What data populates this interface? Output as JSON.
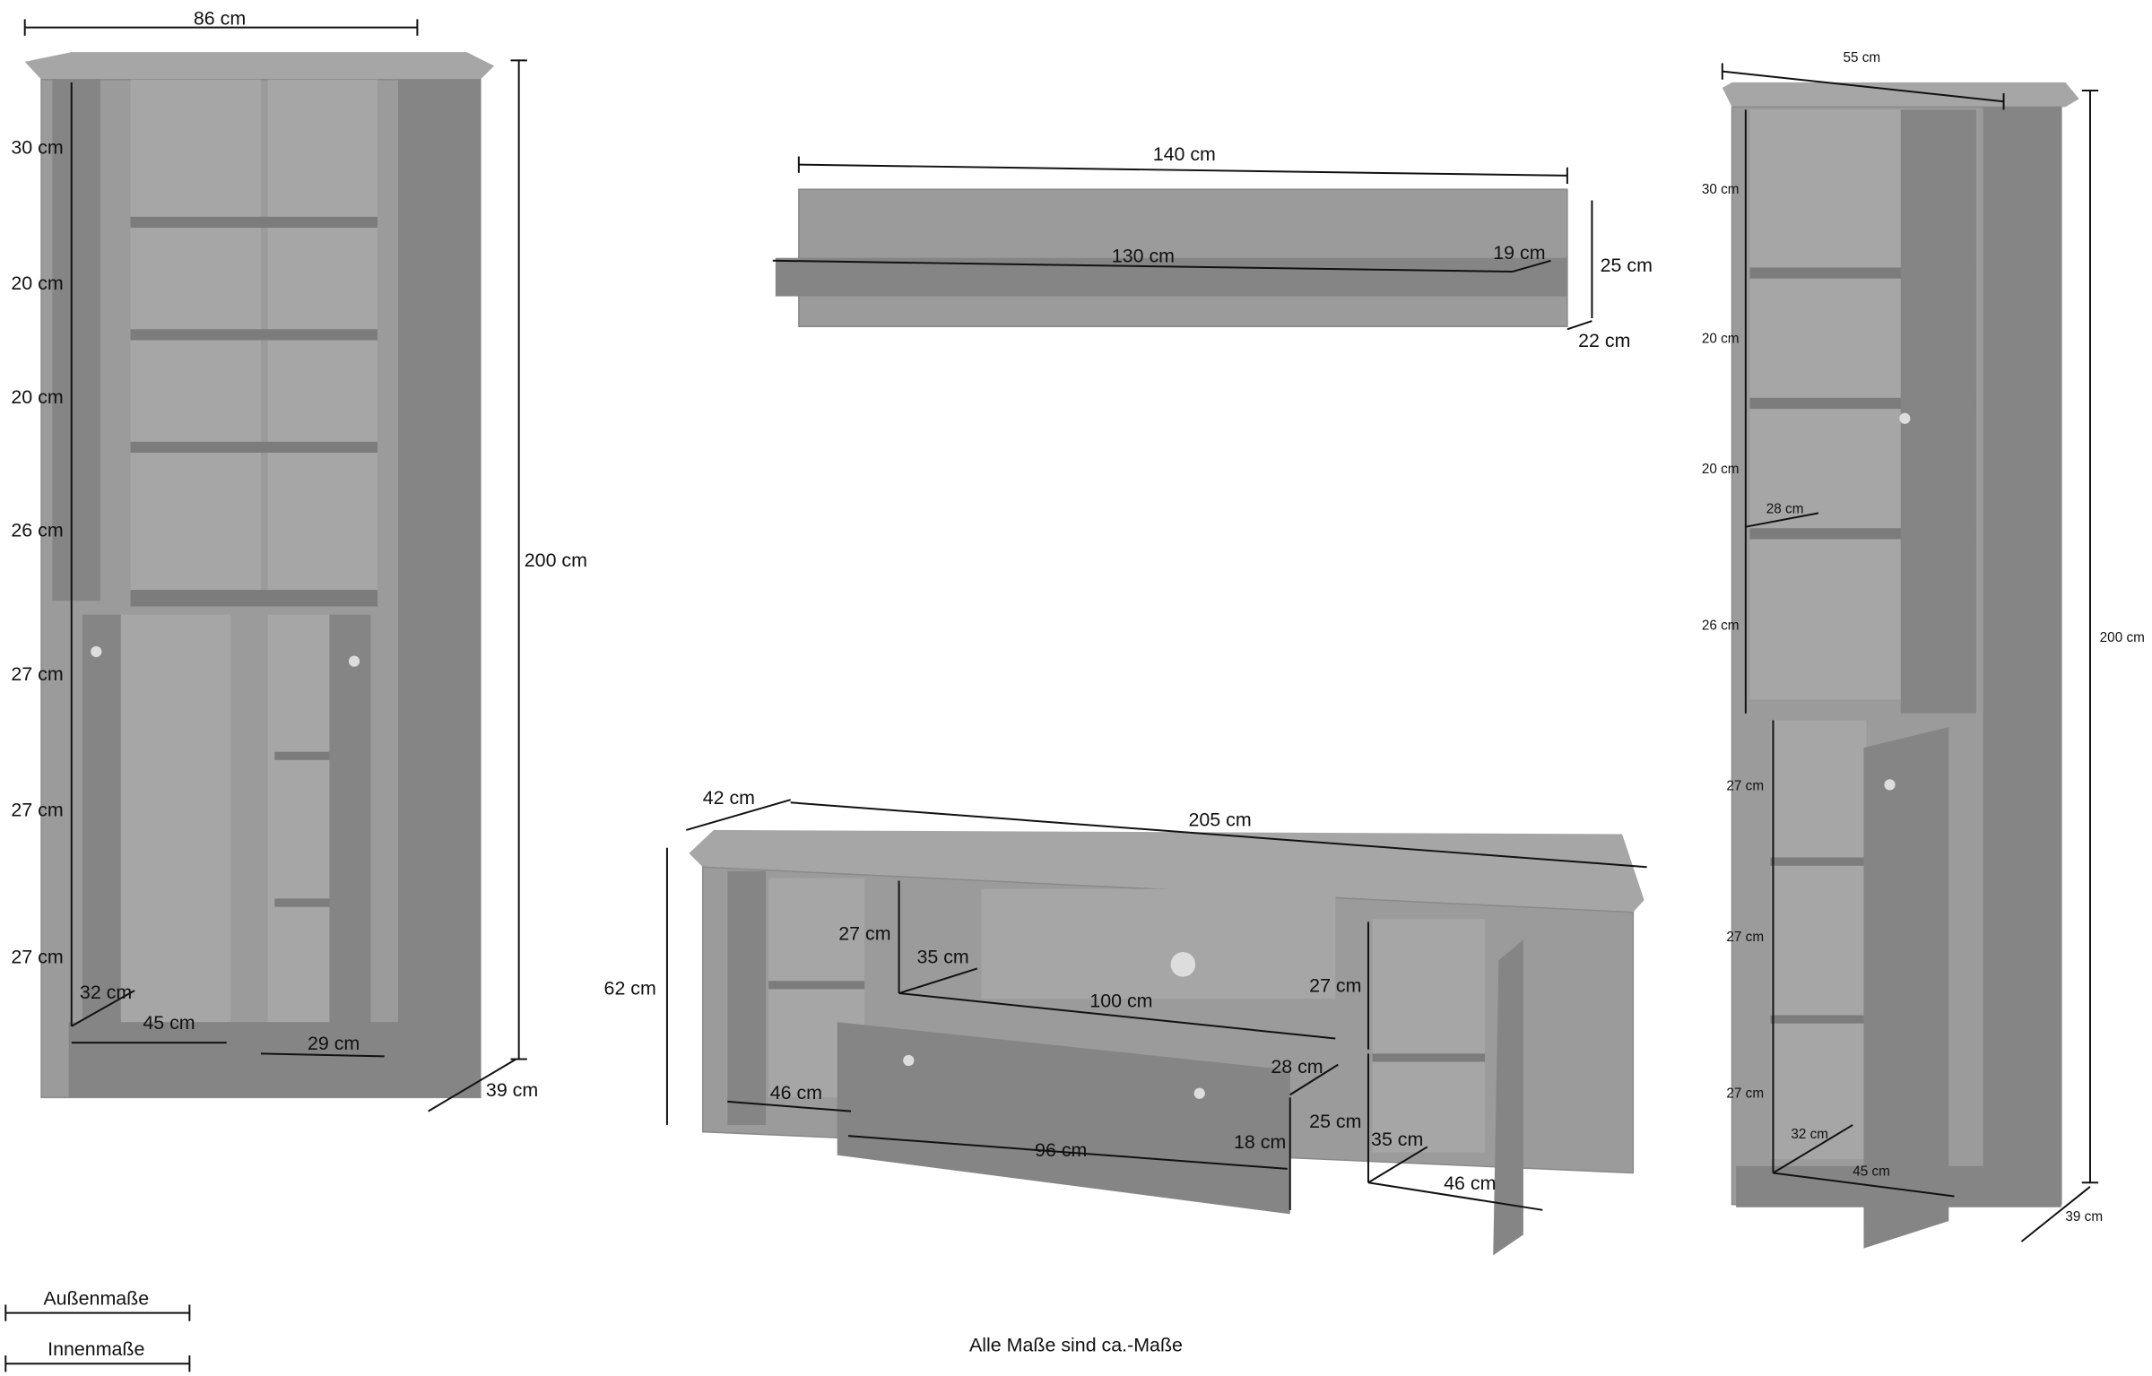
{
  "left_cabinet": {
    "width": "86 cm",
    "height": "200 cm",
    "depth": "39 cm",
    "sections": [
      "30 cm",
      "20 cm",
      "20 cm",
      "26 cm",
      "27 cm",
      "27 cm",
      "27 cm"
    ],
    "inner_depth": "32 cm",
    "inner_width_left": "45 cm",
    "inner_width_right": "29 cm"
  },
  "wall_shelf": {
    "width": "140 cm",
    "inner_width": "130 cm",
    "inner_depth": "19 cm",
    "height": "25 cm",
    "depth": "22 cm"
  },
  "tv_unit": {
    "depth": "42 cm",
    "width": "205 cm",
    "height": "62 cm",
    "center_height": "27 cm",
    "center_depth": "35 cm",
    "center_width": "100 cm",
    "right_upper_height": "27 cm",
    "drawer_depth": "28 cm",
    "left_inner_width": "46 cm",
    "drawer_width": "96 cm",
    "drawer_height": "18 cm",
    "right_lower_height": "25 cm",
    "right_inner_depth": "35 cm",
    "right_inner_width": "46 cm"
  },
  "right_cabinet": {
    "width": "55 cm",
    "height": "200 cm",
    "depth": "39 cm",
    "sections": [
      "30 cm",
      "20 cm",
      "20 cm",
      "26 cm",
      "27 cm",
      "27 cm",
      "27 cm"
    ],
    "shelf_depth": "28 cm",
    "inner_depth": "32 cm",
    "inner_width": "45 cm"
  },
  "legend": {
    "outer": "Außenmaße",
    "inner": "Innenmaße"
  },
  "footer": "Alle Maße sind ca.-Maße"
}
